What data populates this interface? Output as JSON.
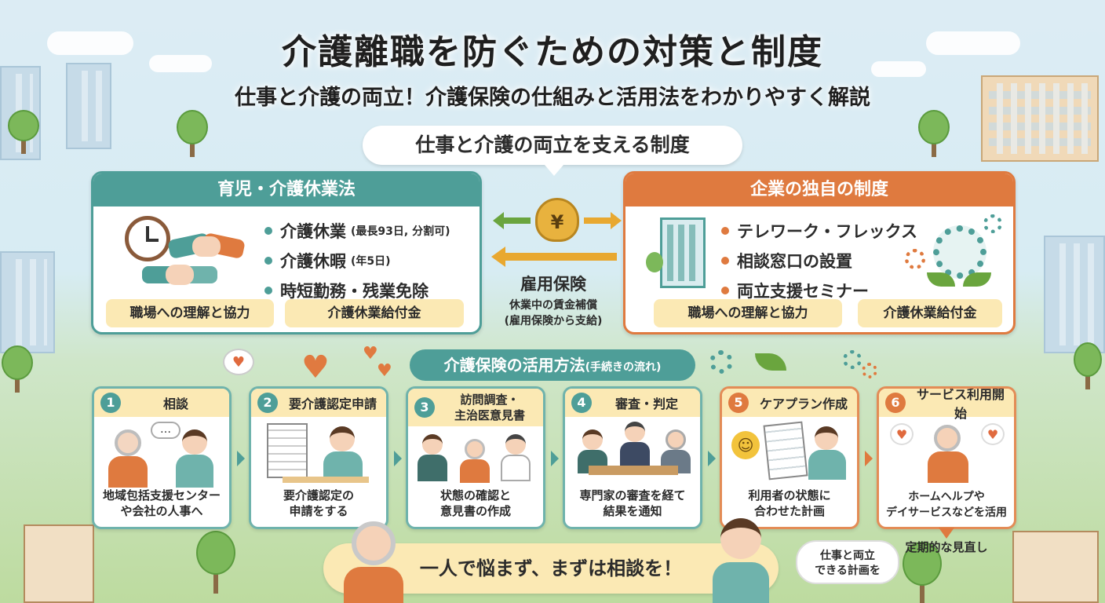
{
  "title": "介護離職を防ぐための対策と制度",
  "subtitle": "仕事と介護の両立！介護保険の仕組みと活用法をわかりやすく解説",
  "support_label": "仕事と介護の両立を支える制度",
  "left_panel": {
    "header": "育児・介護休業法",
    "items": [
      {
        "label": "介護休業",
        "note": "(最長93日, 分割可)"
      },
      {
        "label": "介護休暇",
        "note": "(年5日)"
      },
      {
        "label": "時短勤務・残業免除",
        "note": ""
      }
    ],
    "tags": [
      "職場への理解と協力",
      "介護休業給付金"
    ]
  },
  "right_panel": {
    "header": "企業の独自の制度",
    "items": [
      "テレワーク・フレックス",
      "相談窓口の設置",
      "両立支援セミナー"
    ],
    "tags": [
      "職場への理解と協力",
      "介護休業給付金"
    ]
  },
  "center": {
    "money_symbol": "¥",
    "label": "雇用保険",
    "desc_line1": "休業中の賃金補償",
    "desc_line2": "(雇用保険から支給)"
  },
  "steps_header": {
    "main": "介護保険の活用方法",
    "note": "(手続きの流れ)"
  },
  "steps": [
    {
      "num": "1",
      "title": "相談",
      "desc_line1": "地域包括支援センター",
      "desc_line2": "や会社の人事へ"
    },
    {
      "num": "2",
      "title": "要介護認定申請",
      "desc_line1": "要介護認定の",
      "desc_line2": "申請をする"
    },
    {
      "num": "3",
      "title": "訪問調査・\n主治医意見書",
      "desc_line1": "状態の確認と",
      "desc_line2": "意見書の作成"
    },
    {
      "num": "4",
      "title": "審査・判定",
      "desc_line1": "専門家の審査を経て",
      "desc_line2": "結果を通知"
    },
    {
      "num": "5",
      "title": "ケアプラン作成",
      "desc_line1": "利用者の状態に",
      "desc_line2": "合わせた計画"
    },
    {
      "num": "6",
      "title": "サービス利用開始",
      "desc_line1": "ホームヘルプや",
      "desc_line2": "デイサービスなどを活用"
    }
  ],
  "review_label": "定期的な見直し",
  "plan_bubble": {
    "line1": "仕事と両立",
    "line2": "できる計画を"
  },
  "banner": "一人で悩まず、まずは相談を！",
  "colors": {
    "teal": "#4e9e98",
    "orange": "#df7a3f",
    "cream": "#fbe9b4"
  }
}
